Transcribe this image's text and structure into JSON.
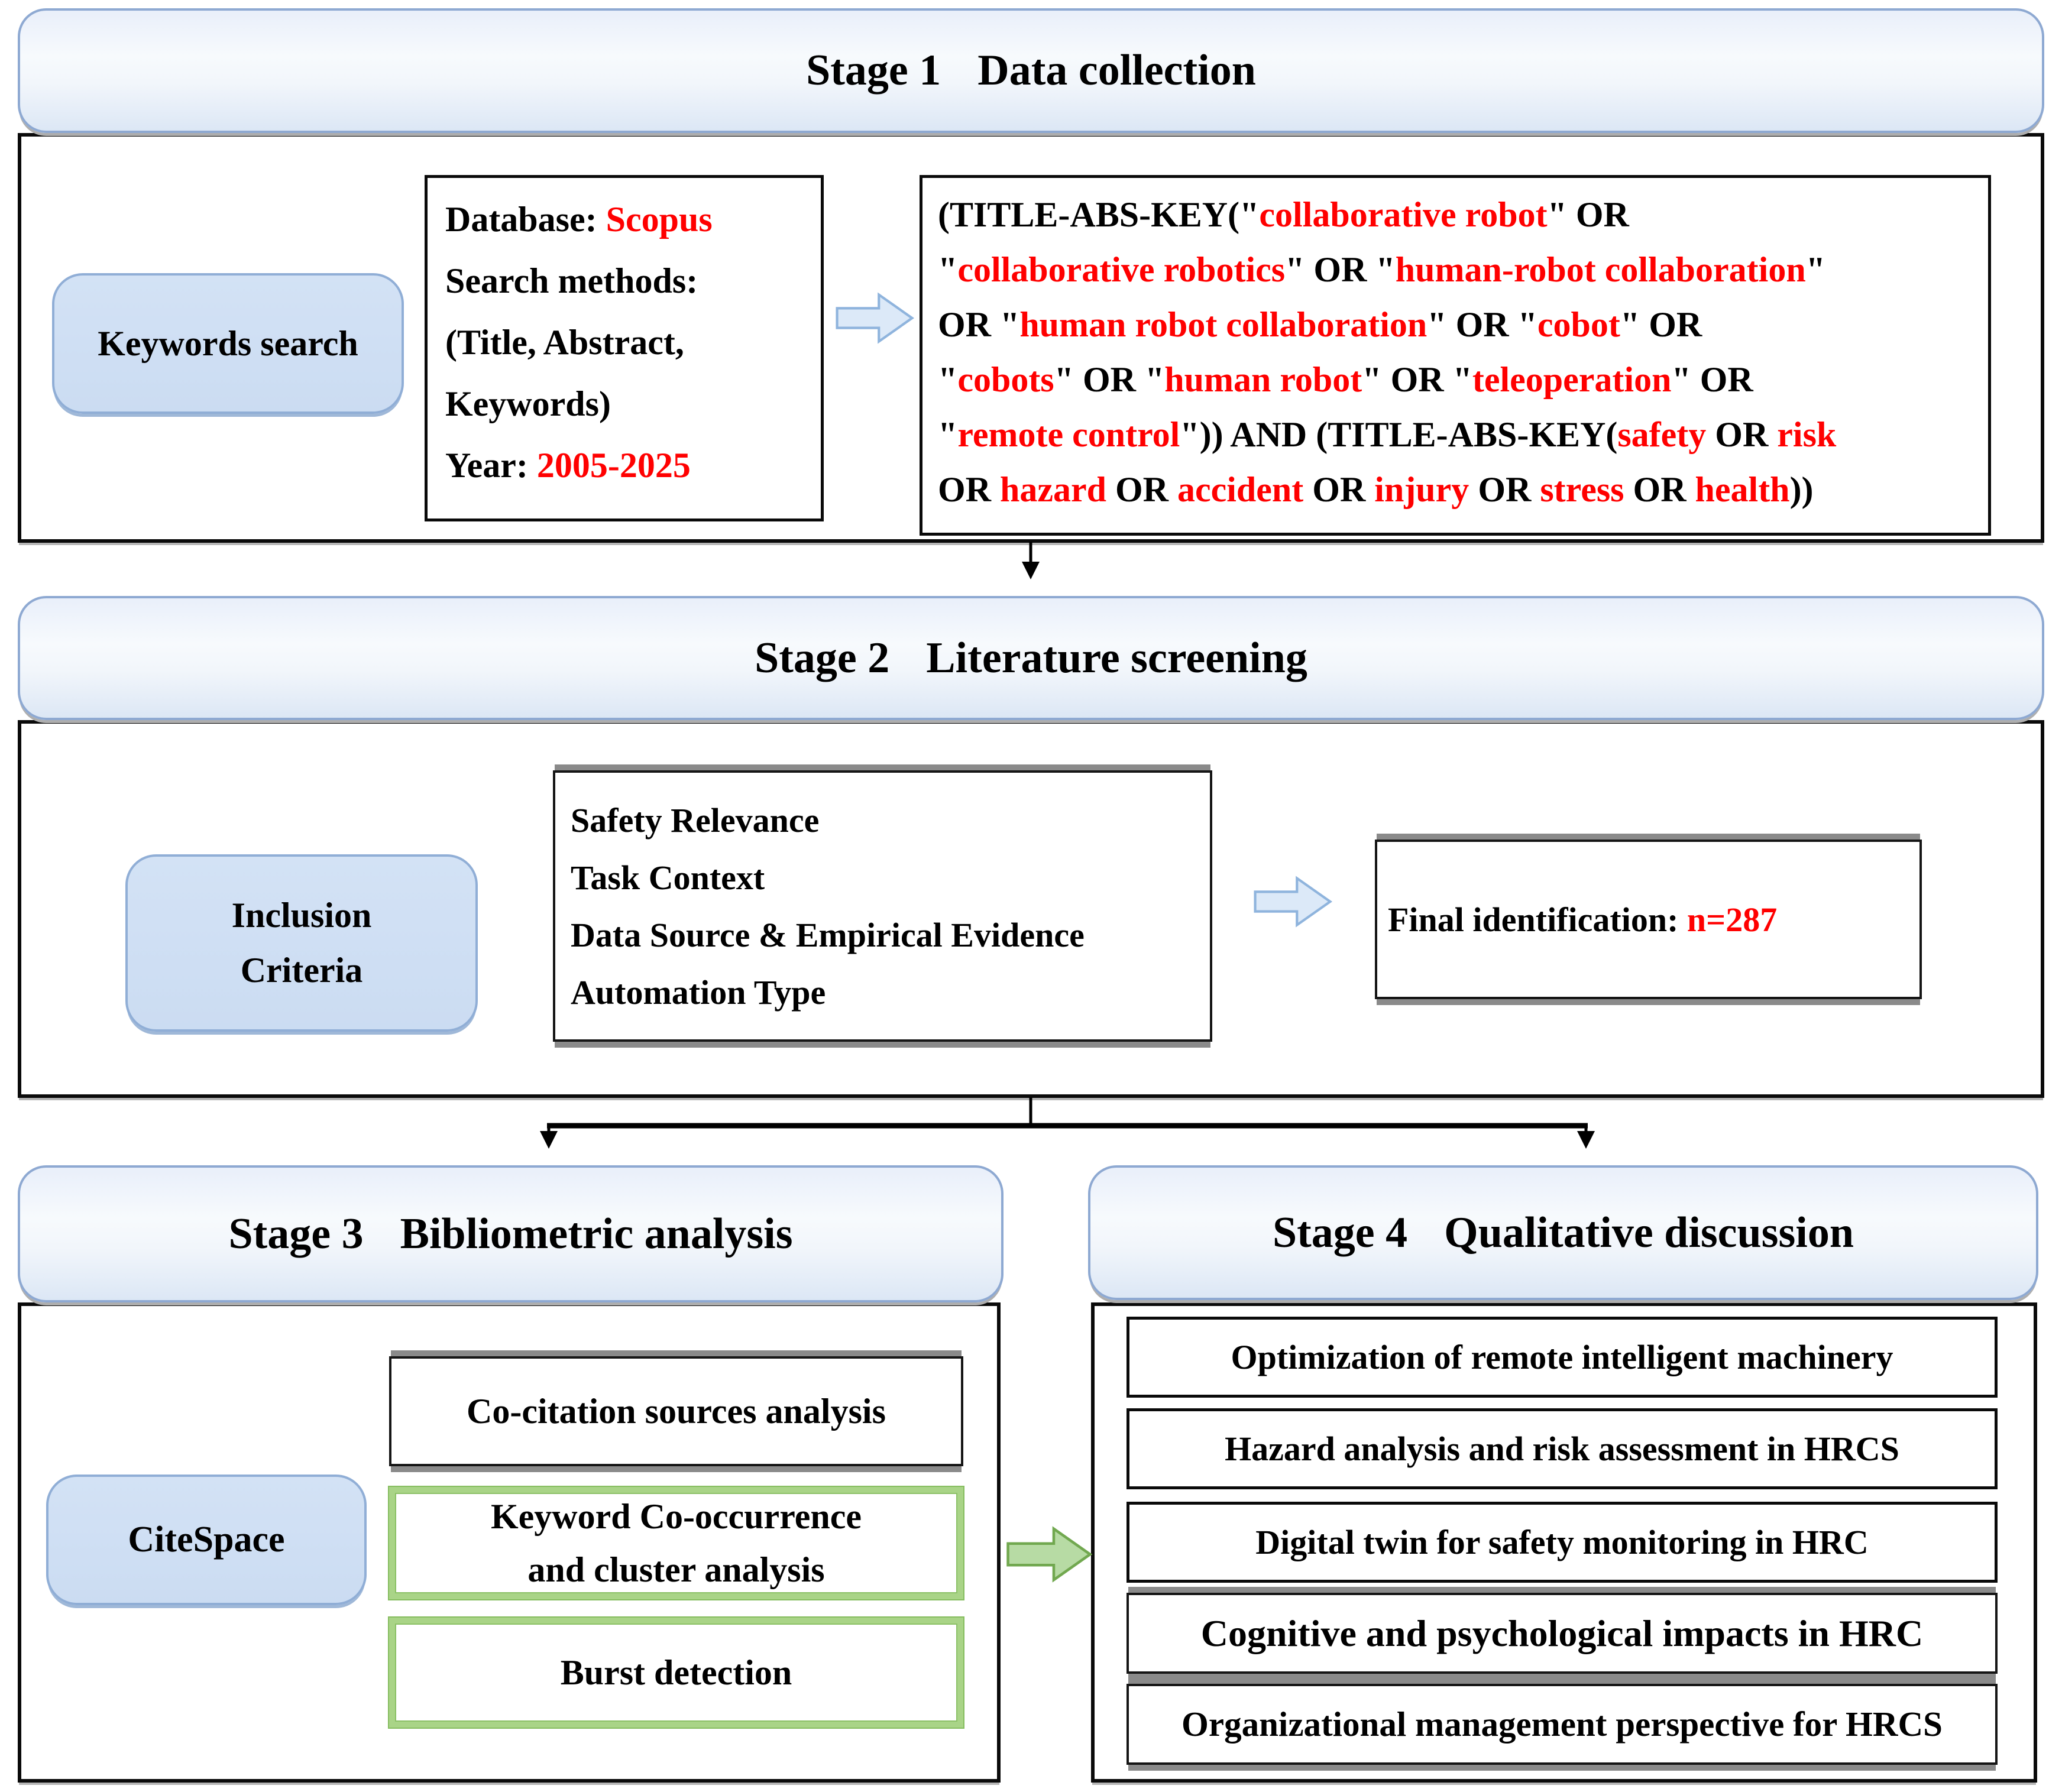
{
  "figure": {
    "type": "research-methodology-flowchart"
  },
  "colors": {
    "highlight_red": "#ff0000",
    "header_fill_top": "#e9effa",
    "header_fill_bottom": "#dce7f5",
    "header_border": "#8ea9d2",
    "label_box_fill": "#cfe0f3",
    "label_box_border": "#90aed6",
    "green_box_border": "#a9d487",
    "green_arrow_fill": "#b7dba4",
    "green_arrow_border": "#71a84f",
    "blue_arrow_fill": "#dce9f8",
    "blue_arrow_border": "#8fb4dd",
    "gray_bar": "#8a8a8a"
  },
  "stage1": {
    "number": "Stage 1",
    "title": "Data collection",
    "keywords_label": "Keywords search",
    "database_lines": [
      [
        {
          "t": "Database: "
        },
        {
          "t": "Scopus",
          "r": true
        }
      ],
      [
        {
          "t": "Search methods:"
        }
      ],
      [
        {
          "t": "(Title, Abstract,"
        }
      ],
      [
        {
          "t": "Keywords)"
        }
      ],
      [
        {
          "t": "Year: "
        },
        {
          "t": "2005-2025",
          "r": true
        }
      ]
    ],
    "query_lines": [
      [
        {
          "t": "(TITLE-ABS-KEY(\""
        },
        {
          "t": "collaborative robot",
          "r": true
        },
        {
          "t": "\" OR"
        }
      ],
      [
        {
          "t": "\""
        },
        {
          "t": "collaborative robotics",
          "r": true
        },
        {
          "t": "\" OR \""
        },
        {
          "t": "human-robot collaboration",
          "r": true
        },
        {
          "t": "\""
        }
      ],
      [
        {
          "t": "OR \""
        },
        {
          "t": "human robot collaboration",
          "r": true
        },
        {
          "t": "\" OR \""
        },
        {
          "t": "cobot",
          "r": true
        },
        {
          "t": "\" OR"
        }
      ],
      [
        {
          "t": "\""
        },
        {
          "t": "cobots",
          "r": true
        },
        {
          "t": "\" OR \""
        },
        {
          "t": "human robot",
          "r": true
        },
        {
          "t": "\" OR \""
        },
        {
          "t": "teleoperation",
          "r": true
        },
        {
          "t": "\" OR"
        }
      ],
      [
        {
          "t": "\""
        },
        {
          "t": "remote control",
          "r": true
        },
        {
          "t": "\")) AND (TITLE-ABS-KEY("
        },
        {
          "t": "safety",
          "r": true
        },
        {
          "t": " OR "
        },
        {
          "t": "risk",
          "r": true
        }
      ],
      [
        {
          "t": "OR "
        },
        {
          "t": "hazard",
          "r": true
        },
        {
          "t": " OR "
        },
        {
          "t": "accident",
          "r": true
        },
        {
          "t": " OR "
        },
        {
          "t": "injury",
          "r": true
        },
        {
          "t": " OR "
        },
        {
          "t": "stress",
          "r": true
        },
        {
          "t": " OR "
        },
        {
          "t": "health",
          "r": true
        },
        {
          "t": "))"
        }
      ]
    ]
  },
  "stage2": {
    "number": "Stage 2",
    "title": "Literature screening",
    "inclusion_label_lines": [
      "Inclusion",
      "Criteria"
    ],
    "criteria": [
      "Safety Relevance",
      "Task Context",
      "Data Source & Empirical Evidence",
      "Automation Type"
    ],
    "final_segments": [
      {
        "t": "Final identification: "
      },
      {
        "t": "n=287",
        "r": true
      }
    ]
  },
  "stage3": {
    "number": "Stage 3",
    "title": "Bibliometric analysis",
    "tool_label": "CiteSpace",
    "cocitation_label": "Co-citation sources analysis",
    "keyword_lines": [
      "Keyword Co-occurrence",
      "and cluster analysis"
    ],
    "burst_label": "Burst detection"
  },
  "stage4": {
    "number": "Stage 4",
    "title": "Qualitative discussion",
    "items": [
      "Optimization of remote intelligent machinery",
      "Hazard analysis and risk assessment in HRCS",
      "Digital twin for safety monitoring in HRC",
      "Cognitive and psychological impacts in HRC",
      "Organizational management perspective for HRCS"
    ]
  }
}
